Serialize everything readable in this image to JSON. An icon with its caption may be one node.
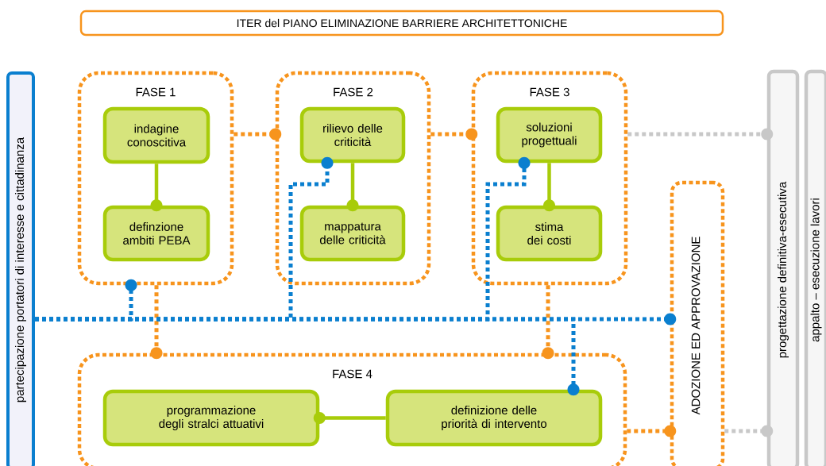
{
  "diagram": {
    "nodes": [
      {
        "text": [
          "ITER del PIANO ELIMINAZIONE BARRIERE ARCHITETTONICHE"
        ]
      },
      {
        "text": [
          "partecipazione portatori di interesse e cittadinanza"
        ]
      },
      {
        "text": [
          "FASE 1"
        ]
      },
      {
        "text": [
          "indagine conoscitiva"
        ],
        "in": 2
      },
      {
        "text": [
          "definzione ambiti PEBA"
        ],
        "in": 2
      },
      {
        "text": [
          "FASE 2"
        ]
      },
      {
        "text": [
          "rilievo delle criticità"
        ],
        "in": 5
      },
      {
        "text": [
          "mappatura delle criticità"
        ],
        "in": 5
      },
      {
        "text": [
          "FASE 3"
        ]
      },
      {
        "text": [
          "soluzioni progettuali"
        ],
        "in": 8
      },
      {
        "text": [
          "stima dei costi"
        ],
        "in": 8
      },
      {
        "text": [
          "FASE 4"
        ]
      },
      {
        "text": [
          "programmazione degli stralci attuativi"
        ],
        "in": 11
      },
      {
        "text": [
          "definizione delle priorità di intervento"
        ],
        "in": 11
      },
      {
        "text": [
          "ADOZIONE ED APPROVAZIONE"
        ]
      },
      {
        "text": [
          "progettazione definitiva-esecutiva"
        ]
      },
      {
        "text": [
          "appalto – esecuzione lavori"
        ]
      }
    ],
    "edges": [
      {
        "from": 3,
        "to": 4,
        "arrow": "other",
        "color": "#a8cc0a"
      },
      {
        "from": 6,
        "to": 7,
        "arrow": "other",
        "color": "#a8cc0a"
      },
      {
        "from": 9,
        "to": 10,
        "arrow": "other",
        "color": "#a8cc0a"
      },
      {
        "from": 13,
        "to": 12,
        "arrow": "other",
        "color": "#a8cc0a"
      },
      {
        "from": 2,
        "to": 5,
        "arrow": "other",
        "style": "dashed"
      },
      {
        "from": 5,
        "to": 8,
        "arrow": "other",
        "style": "dashed"
      },
      {
        "from": 8,
        "to": 15,
        "arrow": "other",
        "style": "dashed",
        "color": "#c8c8c8"
      },
      {
        "from": 2,
        "to": 11,
        "arrow": "other",
        "style": "dashed"
      },
      {
        "from": 8,
        "to": 11,
        "arrow": "other",
        "style": "dashed"
      },
      {
        "from": 11,
        "to": 14,
        "arrow": "other",
        "style": "dashed"
      },
      {
        "from": 1,
        "to": 14,
        "arrow": "other",
        "style": "dashed",
        "color": "#0a7fcf"
      },
      {
        "from": 1,
        "to": 2,
        "arrow": "other",
        "style": "dashed",
        "color": "#0a7fcf"
      },
      {
        "from": 1,
        "to": 6,
        "arrow": "other",
        "style": "dashed",
        "color": "#0a7fcf"
      },
      {
        "from": 1,
        "to": 9,
        "arrow": "other",
        "style": "dashed",
        "color": "#0a7fcf"
      },
      {
        "from": 1,
        "to": 13,
        "arrow": "other",
        "style": "dashed",
        "color": "#0a7fcf"
      },
      {
        "from": 14,
        "to": 15,
        "arrow": "other",
        "style": "dashed",
        "color": "#c8c8c8"
      }
    ]
  }
}
